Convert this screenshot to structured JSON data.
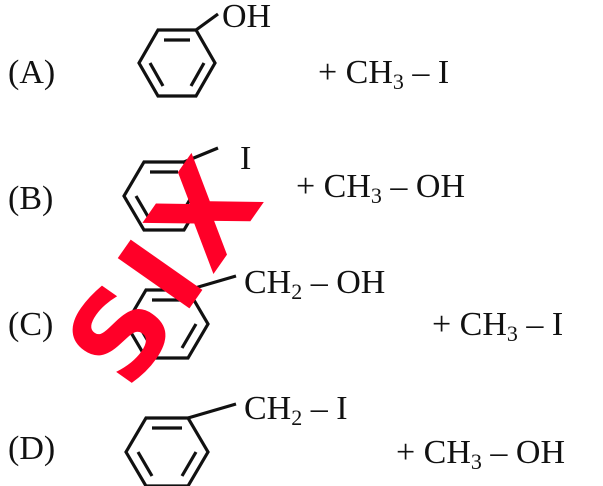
{
  "options": [
    {
      "label": "(A)",
      "substituent": {
        "main": "OH",
        "sub": "",
        "tail": ""
      },
      "reagent": {
        "prefix": "+ CH",
        "sub": "3",
        "suffix": " – I"
      }
    },
    {
      "label": "(B)",
      "substituent": {
        "main": "I",
        "sub": "",
        "tail": ""
      },
      "reagent": {
        "prefix": "+ CH",
        "sub": "3",
        "suffix": " – OH"
      }
    },
    {
      "label": "(C)",
      "substituent": {
        "main": "CH",
        "sub": "2",
        "tail": " – OH"
      },
      "reagent": {
        "prefix": "+ CH",
        "sub": "3",
        "suffix": " – I"
      }
    },
    {
      "label": "(D)",
      "substituent": {
        "main": "CH",
        "sub": "2",
        "tail": " – I"
      },
      "reagent": {
        "prefix": "+ CH",
        "sub": "3",
        "suffix": " – OH"
      }
    }
  ],
  "watermark": {
    "text": "SIX",
    "color": "#ff0028"
  }
}
